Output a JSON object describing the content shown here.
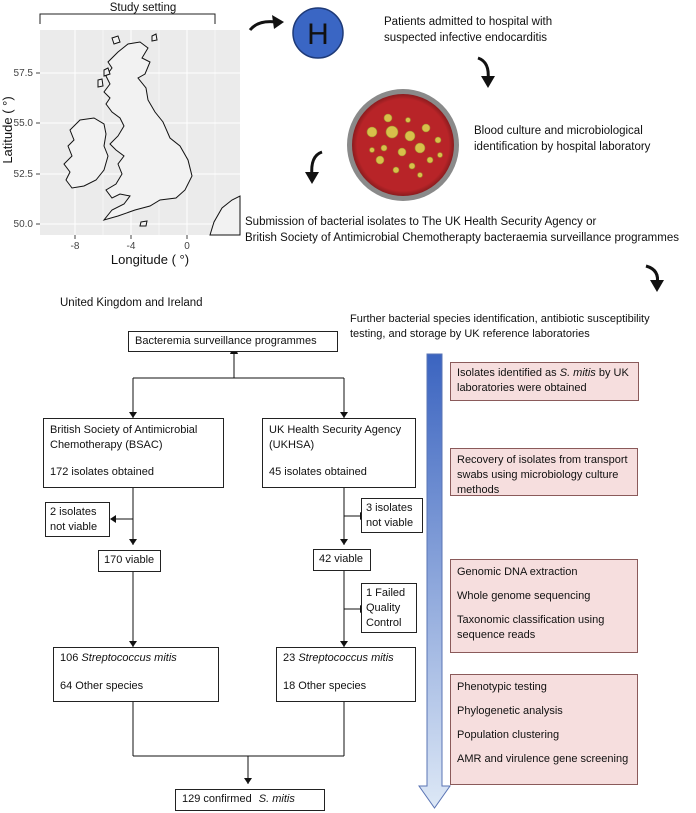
{
  "map": {
    "title": "Study setting",
    "xlabel": "Longitude ( °)",
    "ylabel": "Latitude ( °)",
    "xticks": [
      "-8",
      "-4",
      "0"
    ],
    "yticks": [
      "57.5",
      "55.0",
      "52.5",
      "50.0"
    ]
  },
  "workflow": {
    "hospital_letter": "H",
    "step1": [
      "Patients admitted to hospital with",
      "suspected infective endocarditis"
    ],
    "step2": [
      "Blood culture and microbiological",
      "identification by hospital laboratory"
    ],
    "step3": [
      "Submission of bacterial isolates to The UK Health Security Agency or",
      "British Society of Antimicrobial Chemotherapty bacteraemia surveillance programmes"
    ]
  },
  "flow": {
    "region_label": "United Kingdom and Ireland",
    "further_text": [
      "Further bacterial species identification, antibiotic susceptibility",
      "testing, and storage by UK reference laboratories"
    ],
    "top_box": "Bacteremia surveillance programmes",
    "bsac": {
      "name": [
        "British Society of Antimicrobial",
        "Chemotherapy (BSAC)"
      ],
      "obtained": "172 isolates obtained",
      "not_viable": [
        "2 isolates",
        "not viable"
      ],
      "viable": "170 viable",
      "mitis_count": "106",
      "mitis_name": "Streptococcus mitis",
      "other": "64 Other species"
    },
    "ukhsa": {
      "name": [
        "UK Health Security Agency",
        "(UKHSA)"
      ],
      "obtained": "45 isolates obtained",
      "not_viable": [
        "3 isolates",
        "not viable"
      ],
      "viable": "42 viable",
      "failed_qc": [
        "1 Failed",
        "Quality",
        "Control"
      ],
      "mitis_count": "23",
      "mitis_name": "Streptococcus mitis",
      "other": "18 Other species"
    },
    "final_count": "129 confirmed",
    "final_name": "S. mitis"
  },
  "side_steps": {
    "box1": {
      "pre": "Isolates identified as ",
      "em": "S. mitis",
      "post": " by UK laboratories were obtained"
    },
    "box2": "Recovery of isolates from transport swabs using microbiology culture methods",
    "box3": [
      "Genomic DNA extraction",
      "Whole genome sequencing",
      "Taxonomic classification using sequence reads"
    ],
    "box4": [
      "Phenotypic testing",
      "Phylogenetic analysis",
      "Population clustering",
      "AMR and virulence gene screening"
    ]
  },
  "colors": {
    "hospital_blue": "#3a66c4",
    "plate_red": "#b82428",
    "colony_yellow": "#d8c04a",
    "arrow_blue_top": "#3b64c0",
    "arrow_blue_bottom": "#dde8f6",
    "step_box_fill": "#f6dede"
  }
}
